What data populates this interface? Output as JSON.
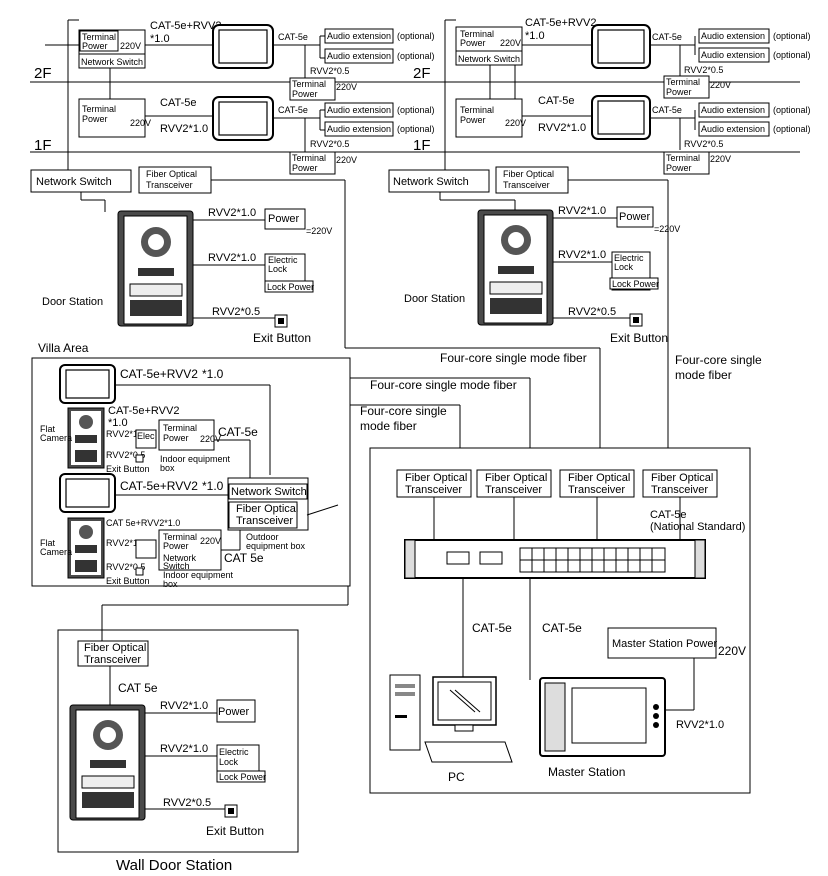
{
  "floors": {
    "f2": "2F",
    "f1": "1F"
  },
  "labels": {
    "cat5e": "CAT-5e",
    "cat5e_rvv2": "CAT-5e+RVV2",
    "x10": "*1.0",
    "rvv2_05": "RVV2*0.5",
    "rvv2_10": "RVV2*1.0",
    "v220": "220V",
    "v220b": "=220V",
    "terminal_power": "Terminal Power",
    "network_switch": "Network Switch",
    "audio_ext": "Audio extension",
    "optional": "(optional)",
    "fiber_opt": "Fiber Optical Transceiver",
    "power": "Power",
    "electric_lock": "Electric Lock",
    "lock_power": "Lock Power",
    "door_station": "Door Station",
    "exit_button": "Exit Button",
    "four_core": "Four-core single mode fiber",
    "villa_area": "Villa Area",
    "flat_camera": "Flat Camera",
    "indoor_box": "Indoor equipment box",
    "outdoor_box": "Outdoor equipment box",
    "cat5e_nat": "CAT-5e (National Standard)",
    "cat5e_wall": "CAT 5e",
    "cat5_plain": "CAT 5e",
    "master_power": "Master Station Power",
    "master_220": "220V",
    "pc": "PC",
    "master_station": "Master Station",
    "wall_door": "Wall Door Station",
    "rvv2_10c": "RVV2*1.0",
    "cat5e_rvv2_cam": "CAT 5e+RVV2*1.0"
  },
  "colors": {
    "line": "#000000",
    "device": "#3a3a3a"
  }
}
